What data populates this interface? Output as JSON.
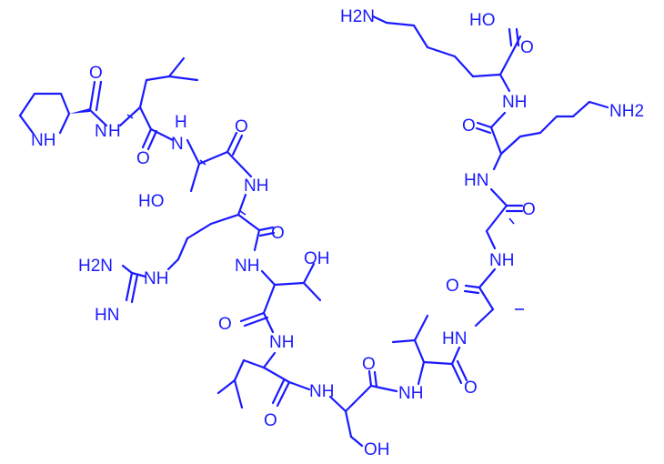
{
  "labels": {
    "nh_pro": "NH",
    "nh_1": "N",
    "h_1": "H",
    "o_1": "O",
    "nh_2": "N",
    "h_2": "H",
    "o_2": "O",
    "o_3": "O",
    "ho_ser1": "HO",
    "nh_3": "NH",
    "o_4": "O",
    "h2n_guan": "H2N",
    "nh_guan": "NH",
    "hn_guan": "HN",
    "nh_4": "NH",
    "oh_thr": "OH",
    "o_5": "O",
    "nh_5": "NH",
    "o_6": "O",
    "nh_6": "NH",
    "o_7": "O",
    "nh_7": "NH",
    "oh_ser2": "OH",
    "hn_8": "HN",
    "o_8": "O",
    "o_9": "O",
    "nh_9": "NH",
    "hn_10": "HN",
    "o_10": "O",
    "nh_11": "NH",
    "o_11": "O",
    "nh2_lys1": "NH2",
    "h2n_lys2": "H2N",
    "ho_acid": "HO",
    "o_acid": "O"
  },
  "colors": {
    "atom": "#1a1aff",
    "background": "#ffffff"
  }
}
